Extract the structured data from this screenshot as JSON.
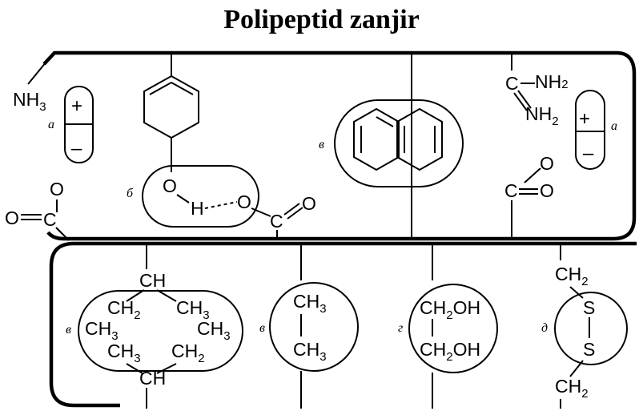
{
  "title": "Polipeptid  zanjir",
  "top_chain": {
    "ionic_left": {
      "group_N": "NH",
      "group_sub": "3",
      "plus": "+",
      "minus": "–",
      "letter": "a"
    },
    "carboxyl_left": {
      "o_top": "O",
      "o_left": "O",
      "c": "C"
    },
    "hbond": {
      "letter": "б",
      "o1": "O",
      "h": "H",
      "o2": "O",
      "c": "C",
      "o3": "O"
    },
    "aromatic": {
      "letter": "в"
    },
    "guanidinium": {
      "c": "C",
      "nh_top": "NH",
      "nh_top_sub": "2",
      "nh_bot": "NH",
      "nh_bot_sub": "2",
      "plus": "+",
      "minus": "–",
      "letter": "a"
    },
    "carboxyl_right": {
      "o_top": "O",
      "c": "C",
      "o_right": "O"
    }
  },
  "bottom_chain": {
    "hydrophobic": {
      "letter": "в",
      "ch_top": "CH",
      "ch_bot": "CH",
      "ch2": "CH",
      "ch2_sub": "2",
      "ch3": "CH",
      "ch3_sub": "3"
    },
    "alanine_pair": {
      "letter": "в",
      "ch3": "CH",
      "ch3_sub": "3"
    },
    "serine_pair": {
      "letter": "г",
      "ch2": "CH",
      "ch2_sub": "2",
      "oh": "OH"
    },
    "disulfide": {
      "letter": "д",
      "ch2": "CH",
      "ch2_sub": "2",
      "s": "S"
    }
  }
}
